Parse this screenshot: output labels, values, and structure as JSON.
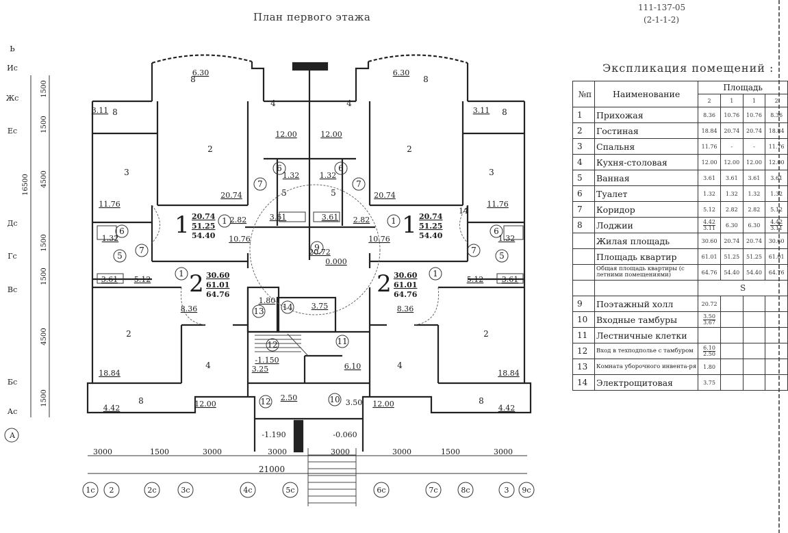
{
  "title": "План первого этажа",
  "project_code": "111-137-05",
  "project_code_sub": "(2-1-1-2)",
  "explication": {
    "title": "Экспликация помещений :",
    "headers": {
      "num": "№п",
      "name": "Наименование",
      "area": "Площадь",
      "cols": [
        "2",
        "1",
        "1",
        "2"
      ]
    },
    "rows": [
      {
        "num": "1",
        "name": "Прихожая",
        "values": [
          "8.36",
          "10.76",
          "10.76",
          "8.36"
        ]
      },
      {
        "num": "2",
        "name": "Гостиная",
        "values": [
          "18.84",
          "20.74",
          "20.74",
          "18.84"
        ]
      },
      {
        "num": "3",
        "name": "Спальня",
        "values": [
          "11.76",
          "-",
          "-",
          "11.76"
        ]
      },
      {
        "num": "4",
        "name": "Кухня-столовая",
        "values": [
          "12.00",
          "12.00",
          "12.00",
          "12.00"
        ]
      },
      {
        "num": "5",
        "name": "Ванная",
        "values": [
          "3.61",
          "3.61",
          "3.61",
          "3.61"
        ]
      },
      {
        "num": "6",
        "name": "Туалет",
        "values": [
          "1.32",
          "1.32",
          "1.32",
          "1.32"
        ]
      },
      {
        "num": "7",
        "name": "Коридор",
        "values": [
          "5.12",
          "2.82",
          "2.82",
          "5.12"
        ]
      },
      {
        "num": "8",
        "name": "Лоджии",
        "values": [
          "4.42|3.11",
          "6.30",
          "6.30",
          "4.42|3.11"
        ]
      },
      {
        "num": "",
        "name": "Жилая площадь",
        "values": [
          "30.60",
          "20.74",
          "20.74",
          "30.60"
        ]
      },
      {
        "num": "",
        "name": "Площадь квартир",
        "values": [
          "61.01",
          "51.25",
          "51.25",
          "61.01"
        ]
      },
      {
        "num": "",
        "name": "Общая площадь квартиры (с летними помещениями)",
        "values": [
          "64.76",
          "54.40",
          "54.40",
          "64.76"
        ],
        "small": true
      },
      {
        "num": "",
        "name": "",
        "values": [
          "S",
          "",
          "",
          ""
        ],
        "merge": true
      },
      {
        "num": "9",
        "name": "Поэтажный холл",
        "values": [
          "20.72",
          "",
          "",
          ""
        ]
      },
      {
        "num": "10",
        "name": "Входные тамбуры",
        "values": [
          "3.50|3.67",
          "",
          "",
          ""
        ]
      },
      {
        "num": "11",
        "name": "Лестничные клетки",
        "values": [
          "",
          "",
          "",
          ""
        ]
      },
      {
        "num": "12",
        "name": "Вход в техподполье с тамбуром",
        "values": [
          "6.10|2.50",
          "",
          "",
          ""
        ],
        "small": true
      },
      {
        "num": "13",
        "name": "Комната уборочного инвента-ря",
        "values": [
          "1.80",
          "",
          "",
          ""
        ],
        "small": true
      },
      {
        "num": "14",
        "name": "Электрощитовая",
        "values": [
          "3.75",
          "",
          "",
          ""
        ]
      }
    ]
  },
  "plan": {
    "axis_letters": [
      "Ь",
      "Ис",
      "Жс",
      "Ес",
      "Дс",
      "Гс",
      "Вс",
      "Бс",
      "Ас",
      "А"
    ],
    "axis_numbers": [
      "1с",
      "2",
      "2с",
      "3с",
      "4с",
      "5с",
      "6с",
      "7с",
      "8с",
      "3",
      "9с"
    ],
    "left_dims": [
      "16500",
      "1500",
      "1500",
      "4500",
      "1500",
      "1500",
      "4500",
      "1500"
    ],
    "bottom_dims": [
      "3000",
      "1500",
      "3000",
      "3000",
      "3000",
      "3000",
      "1500",
      "3000"
    ],
    "total_dim": "21000",
    "room_numbers": [
      "8",
      "8",
      "4",
      "4",
      "8",
      "8",
      "2",
      "2",
      "3",
      "3",
      "6",
      "6",
      "7",
      "7",
      "5",
      "5",
      "1",
      "1",
      "9",
      "6",
      "6",
      "5",
      "5",
      "7",
      "7",
      "1",
      "1",
      "13",
      "14",
      "12",
      "11",
      "2",
      "2",
      "4",
      "4",
      "8",
      "8",
      "12",
      "10"
    ],
    "areas": [
      "6.30",
      "6.30",
      "3.11",
      "3.11",
      "12.00",
      "12.00",
      "20.74",
      "20.74",
      "11.76",
      "11.76",
      "1.32",
      "1.32",
      "3.61",
      "3.61",
      "2.82",
      "2.82",
      "10.76",
      "10.76",
      "20.72",
      "0.000",
      "1.32",
      "1.32",
      "3.61",
      "3.61",
      "5.12",
      "5.12",
      "8.36",
      "8.36",
      "1.80",
      "3.75",
      "-1.150",
      "6.10",
      "3.25",
      "18.84",
      "18.84",
      "12.00",
      "12.00",
      "4.42",
      "4.42",
      "2.50",
      "3.50",
      "-1.190",
      "-0.060",
      "14"
    ],
    "apt1": {
      "num": "1",
      "a": "20.74",
      "b": "51.25",
      "c": "54.40"
    },
    "apt2": {
      "num": "2",
      "a": "30.60",
      "b": "61.01",
      "c": "64.76"
    }
  }
}
